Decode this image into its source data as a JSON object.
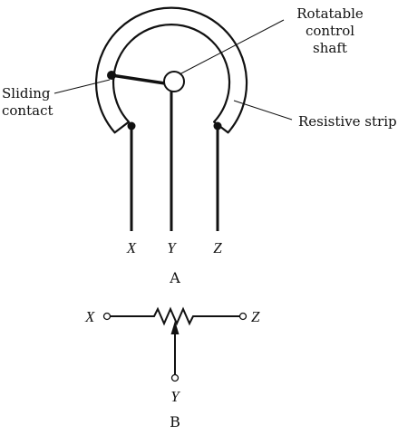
{
  "figure_a": {
    "caption": "A",
    "labels": {
      "shaft_line1": "Rotatable",
      "shaft_line2": "control",
      "shaft_line3": "shaft",
      "sliding_line1": "Sliding",
      "sliding_line2": "contact",
      "resistive": "Resistive strip"
    },
    "terminals": [
      "X",
      "Y",
      "Z"
    ]
  },
  "figure_b": {
    "caption": "B",
    "terminals": [
      "X",
      "Z",
      "Y"
    ]
  }
}
